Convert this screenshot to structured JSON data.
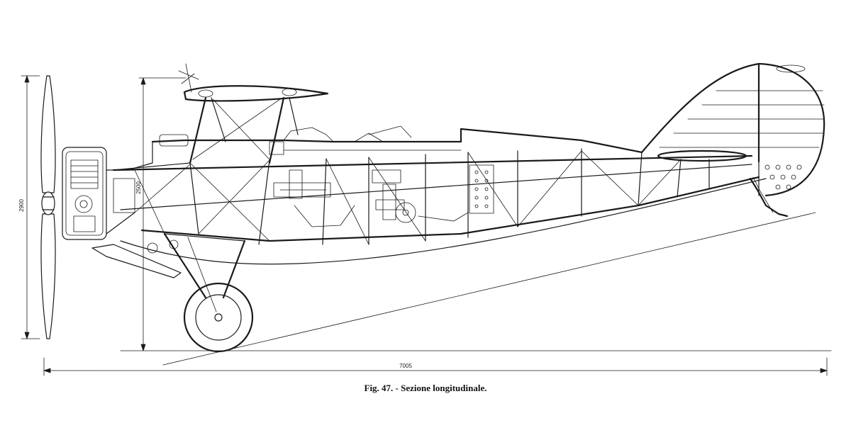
{
  "figure": {
    "caption": "Fig. 47. - Sezione longitudinale."
  },
  "dimensions": {
    "propeller_diameter": "2900",
    "height": "2500",
    "length": "7005"
  }
}
